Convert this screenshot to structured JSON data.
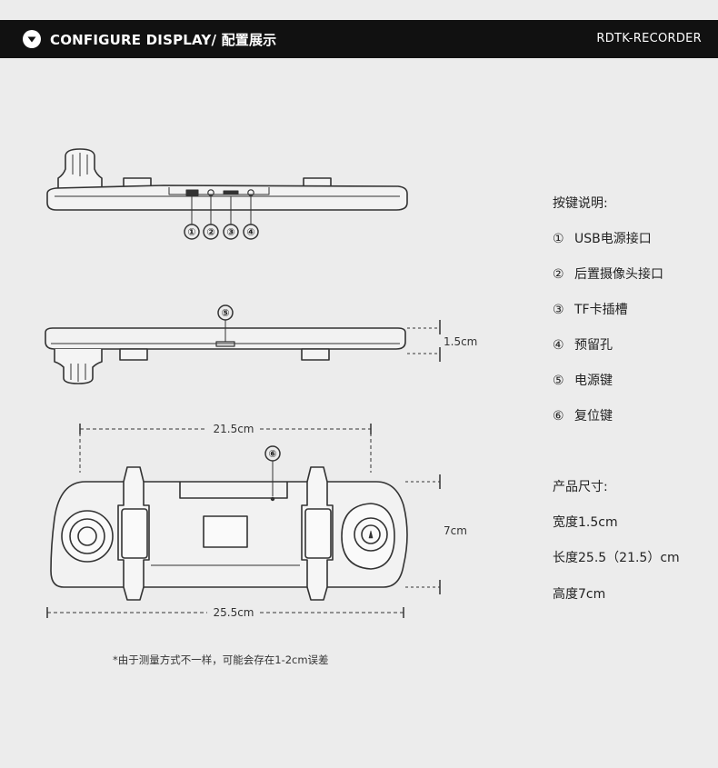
{
  "header": {
    "title": "CONFIGURE DISPLAY/ 配置展示",
    "brand": "RDTK-RECORDER"
  },
  "callouts": [
    "①",
    "②",
    "③",
    "④",
    "⑤",
    "⑥"
  ],
  "dimensions": {
    "thickness": "1.5cm",
    "height": "7cm",
    "inner_width": "21.5cm",
    "outer_width": "25.5cm"
  },
  "buttons_section": {
    "heading": "按键说明:",
    "items": [
      {
        "num": "①",
        "label": "USB电源接口"
      },
      {
        "num": "②",
        "label": "后置摄像头接口"
      },
      {
        "num": "③",
        "label": "TF卡插槽"
      },
      {
        "num": "④",
        "label": "预留孔"
      },
      {
        "num": "⑤",
        "label": "电源键"
      },
      {
        "num": "⑥",
        "label": "复位键"
      }
    ]
  },
  "size_section": {
    "heading": "产品尺寸:",
    "items": [
      "宽度1.5cm",
      "长度25.5（21.5）cm",
      "高度7cm"
    ]
  },
  "footnote": "*由于测量方式不一样，可能会存在1-2cm误差"
}
